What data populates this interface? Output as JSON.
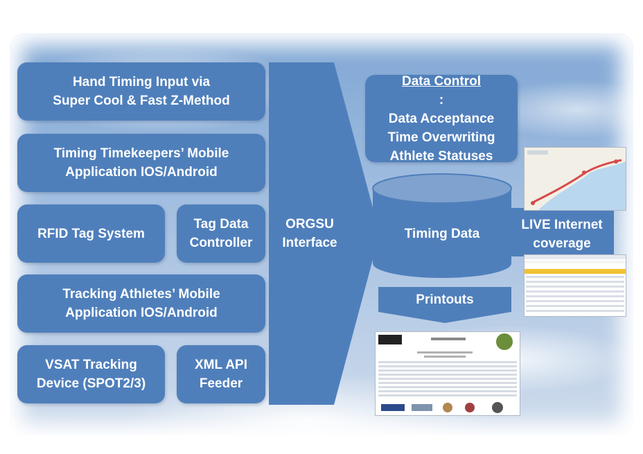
{
  "left_boxes": {
    "hand_timing": [
      "Hand Timing Input via",
      "Super Cool & Fast Z-Method"
    ],
    "timekeepers_app": [
      "Timing Timekeepers’ Mobile",
      "Application IOS/Android"
    ],
    "rfid": "RFID Tag System",
    "tag_controller": [
      "Tag Data",
      "Controller"
    ],
    "tracking_app": [
      "Tracking Athletes’ Mobile",
      "Application  IOS/Android"
    ],
    "vsat": [
      "VSAT Tracking",
      "Device (SPOT2/3)"
    ],
    "xml_api": [
      "XML API",
      "Feeder"
    ]
  },
  "interface": [
    "ORGSU",
    "Interface"
  ],
  "data_control": {
    "heading": "Data Control",
    "heading_suffix": ":",
    "lines": [
      "Data Acceptance",
      "Time Overwriting",
      "Athlete Statuses"
    ]
  },
  "timing_data": "Timing Data",
  "printouts": "Printouts",
  "live": [
    "LIVE Internet",
    "coverage"
  ],
  "colors": {
    "box": "#4f7fbb",
    "text": "#ffffff",
    "cylinder": "#4f7fbb"
  },
  "icons": [
    "map-screenshot",
    "results-screenshot",
    "printout-screenshot"
  ]
}
